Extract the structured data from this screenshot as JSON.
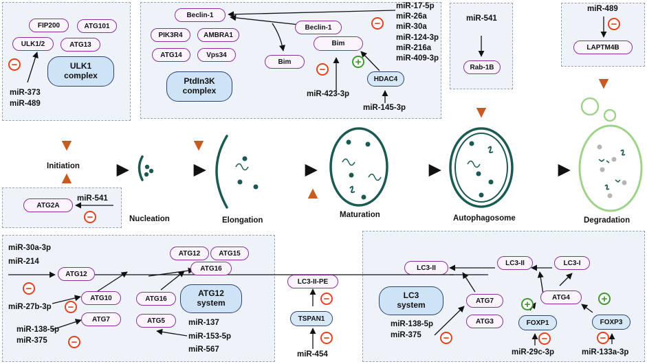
{
  "stages": {
    "initiation": "Initiation",
    "nucleation": "Nucleation",
    "elongation": "Elongation",
    "maturation": "Maturation",
    "autophagosome": "Autophagosome",
    "degradation": "Degradation"
  },
  "ulk1_panel": {
    "proteins": [
      "FIP200",
      "ATG101",
      "ULK1/2",
      "ATG13"
    ],
    "complex": "ULK1 complex",
    "mirnas": [
      "miR-373",
      "miR-489"
    ]
  },
  "pi3k_panel": {
    "proteins": [
      "Beclin-1",
      "PIK3R4",
      "AMBRA1",
      "ATG14",
      "Vps34",
      "Beclin-1",
      "Bim",
      "Bim",
      "HDAC4"
    ],
    "complex": "PtdIn3K complex",
    "mirnas_right": [
      "miR-17-5p",
      "miR-26a",
      "miR-30a",
      "miR-124-3p",
      "miR-216a",
      "miR-409-3p"
    ],
    "mir_bim": "miR-423-3p",
    "mir_hdac4": "miR-145-3p"
  },
  "rab_panel": {
    "mirna": "miR-541",
    "protein": "Rab-1B"
  },
  "laptm_panel": {
    "mirna": "miR-489",
    "protein": "LAPTM4B"
  },
  "atg2a_panel": {
    "protein": "ATG2A",
    "mirna": "miR-541"
  },
  "atg12_panel": {
    "mirnas_top": [
      "miR-30a-3p",
      "miR-214"
    ],
    "mir_atg10": "miR-27b-3p",
    "mirnas_atg7": [
      "miR-138-5p",
      "miR-375"
    ],
    "mirnas_atg5": [
      "miR-137",
      "miR-153-5p",
      "miR-567"
    ],
    "proteins": [
      "ATG12",
      "ATG12",
      "ATG15",
      "ATG16",
      "ATG10",
      "ATG16",
      "ATG7",
      "ATG5"
    ],
    "system": "ATG12 system"
  },
  "tspan_panel": {
    "protein_top": "LC3-II-PE",
    "protein_bottom": "TSPAN1",
    "mirna": "miR-454"
  },
  "lc3_panel": {
    "proteins": [
      "LC3-II",
      "LC3-II",
      "LC3-I",
      "ATG7",
      "ATG3",
      "ATG4",
      "FOXP1",
      "FOXP3"
    ],
    "system": "LC3 system",
    "mirnas_atg7": [
      "miR-138-5p",
      "miR-375"
    ],
    "mir_foxp1": "miR-29c-3p",
    "mir_foxp3": "miR-133a-3p"
  },
  "signs": {
    "minus": "−",
    "plus": "+"
  },
  "colors": {
    "dark_teal": "#1a5a52",
    "light_green": "#9fd38c",
    "orange_arrow": "#c95a20",
    "purple_border": "#8a2f9a",
    "blue_border": "#2c3f6e"
  }
}
